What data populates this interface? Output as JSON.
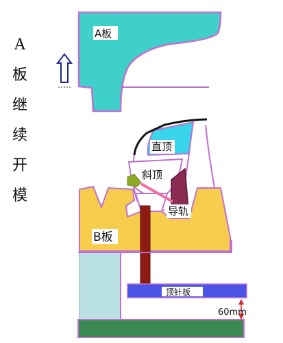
{
  "side_title": [
    "A",
    "板",
    "继",
    "续",
    "开",
    "模"
  ],
  "labels": {
    "a_plate": "A板",
    "direct_lifter": "直顶",
    "angled_lifter": "斜顶",
    "guide_rail": "导轨",
    "b_plate": "B板",
    "ejector_plate": "顶针板",
    "dimension": "60mm"
  },
  "colors": {
    "a_plate": "#3fd1c9",
    "direct_lifter": "#39d5ea",
    "b_plate": "#f6cd4d",
    "angled_lifter_bar": "#8e1c14",
    "guide_rail": "#8a2c52",
    "ejector_plate": "#4a55e6",
    "base": "#3a8a52",
    "support": "#b9e0e2",
    "outline": "#c070d0",
    "arrow": "#cf2a2a"
  },
  "icons": [
    "up-arrow-icon",
    "dimension-arrow-icon"
  ]
}
